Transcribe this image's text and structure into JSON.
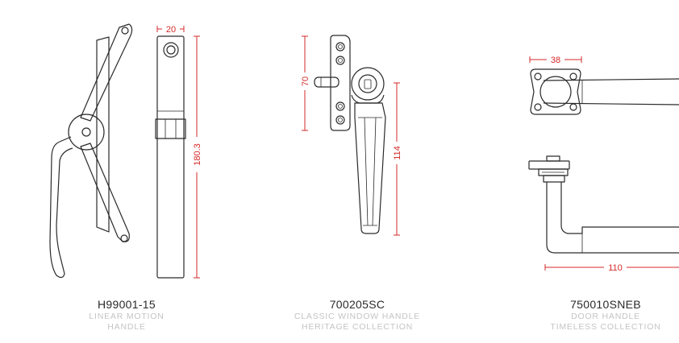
{
  "products": [
    {
      "code": "H99001-15",
      "description_line1": "LINEAR MOTION",
      "description_line2": "HANDLE",
      "dimensions": {
        "width": "20",
        "height": "180.3"
      }
    },
    {
      "code": "700205SC",
      "description_line1": "CLASSIC WINDOW HANDLE",
      "description_line2": "HERITAGE COLLECTION",
      "dimensions": {
        "plate": "70",
        "lever": "114"
      }
    },
    {
      "code": "750010SNEB",
      "description_line1": "DOOR HANDLE",
      "description_line2": "TIMELESS COLLECTION",
      "dimensions": {
        "rose": "38",
        "length": "110"
      }
    }
  ],
  "colors": {
    "dimension": "#d62828",
    "line": "#2a2a2a",
    "caption_muted": "#c4c4c4"
  }
}
